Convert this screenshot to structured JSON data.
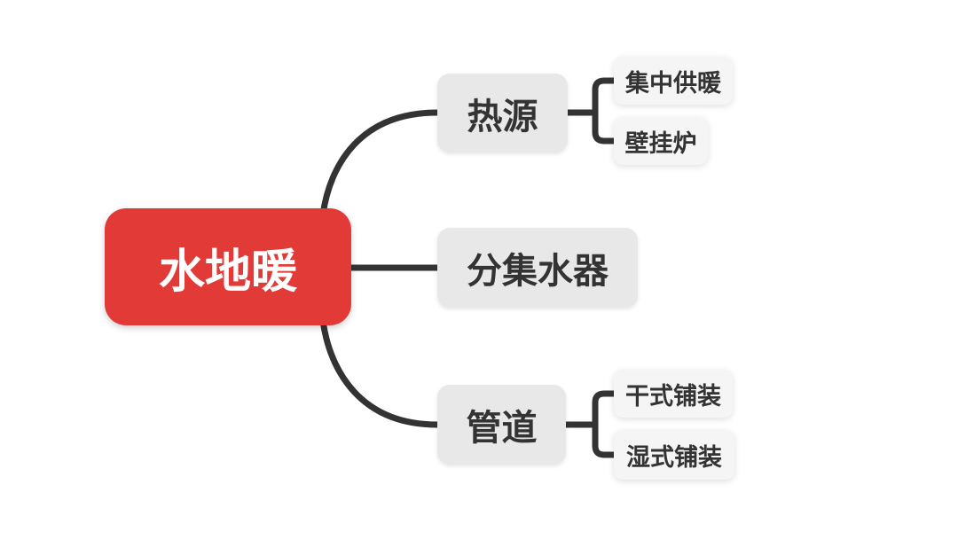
{
  "mindmap": {
    "root": {
      "label": "水地暖"
    },
    "branches": [
      {
        "label": "热源",
        "children": [
          {
            "label": "集中供暖"
          },
          {
            "label": "壁挂炉"
          }
        ]
      },
      {
        "label": "分集水器",
        "children": []
      },
      {
        "label": "管道",
        "children": [
          {
            "label": "干式铺装"
          },
          {
            "label": "湿式铺装"
          }
        ]
      }
    ],
    "colors": {
      "root_bg": "#e23b37",
      "root_text": "#ffffff",
      "branch_bg": "#e9e8e8",
      "leaf_bg": "#f6f5f5",
      "node_text": "#333333",
      "line": "#333333",
      "canvas_bg": "#ffffff"
    }
  }
}
